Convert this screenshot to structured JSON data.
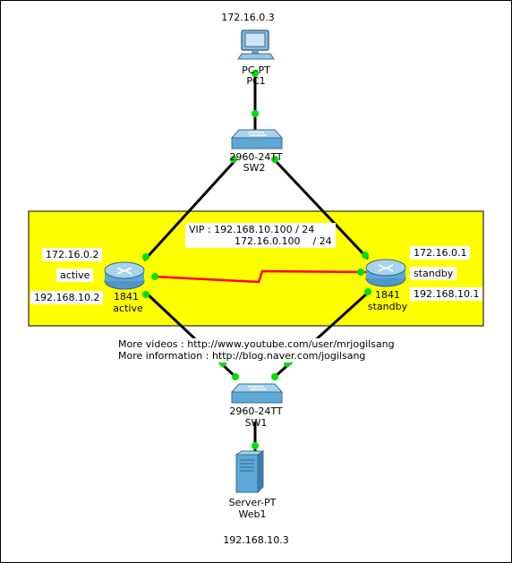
{
  "colors": {
    "background": "#ffffff",
    "hsrp_zone": "#ffff00",
    "link": "#000000",
    "hsrp_link": "#ff0000",
    "link_up": "#00e000",
    "device_blue": "#5fa8d6"
  },
  "labels": {
    "pc_ip": "172.16.0.3",
    "pc_model": "PC-PT",
    "pc_name": "PC1",
    "sw2_model": "2960-24TT",
    "sw2_name": "SW2",
    "vip_line1": "VIP : 192.168.10.100 / 24",
    "vip_line2": "172.16.0.100    / 24",
    "r_left_ip_top": "172.16.0.2",
    "r_left_role_box": "active",
    "r_left_ip_bottom": "192.168.10.2",
    "r_left_model": "1841",
    "r_left_role": "active",
    "r_right_ip_top": "172.16.0.1",
    "r_right_role_box": "standby",
    "r_right_ip_bottom": "192.168.10.1",
    "r_right_model": "1841",
    "r_right_role": "standby",
    "more_videos": "More videos : http://www.youtube.com/user/mrjogilsang",
    "more_info": "More information : http://blog.naver.com/jogilsang",
    "sw1_model": "2960-24TT",
    "sw1_name": "SW1",
    "server_model": "Server-PT",
    "server_name": "Web1",
    "server_ip": "192.168.10.3"
  },
  "icons": {
    "pc": "desktop-pc-icon",
    "switch": "switch-icon",
    "router": "router-icon",
    "server": "server-icon"
  }
}
